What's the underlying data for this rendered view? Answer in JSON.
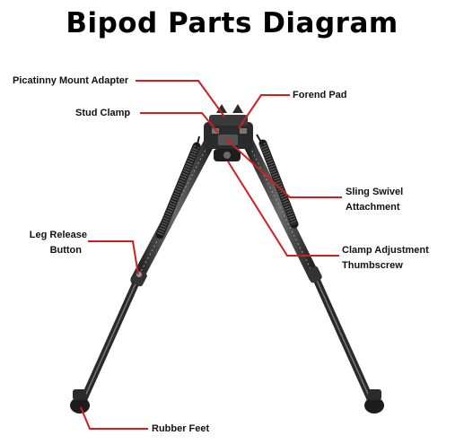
{
  "title": "Bipod Parts Diagram",
  "colors": {
    "leader": "#d11f1f",
    "bipod_dark": "#2b2b2b",
    "bipod_mid": "#555555",
    "bipod_light": "#8a8a8a"
  },
  "labels": {
    "picatinny": "Picatinny Mount Adapter",
    "forend": "Forend Pad",
    "stud": "Stud Clamp",
    "sling_1": "Sling Swivel",
    "sling_2": "Attachment",
    "leg_release_1": "Leg Release",
    "leg_release_2": "Button",
    "clamp_adj_1": "Clamp Adjustment",
    "clamp_adj_2": "Thumbscrew",
    "rubber_feet": "Rubber Feet"
  }
}
